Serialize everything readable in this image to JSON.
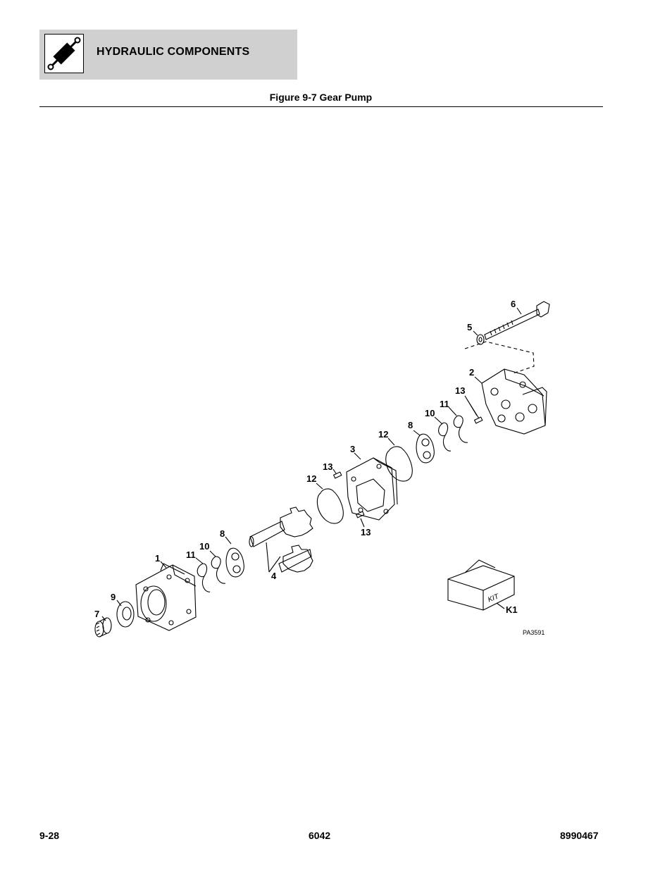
{
  "header": {
    "title": "HYDRAULIC COMPONENTS",
    "icon": "hydraulic-cylinder-icon"
  },
  "figure": {
    "caption": "Figure 9-7 Gear Pump",
    "code": "PA3591",
    "callouts": {
      "c1": "1",
      "c2": "2",
      "c3": "3",
      "c4": "4",
      "c5": "5",
      "c6": "6",
      "c7": "7",
      "c8a": "8",
      "c8b": "8",
      "c9": "9",
      "c10a": "10",
      "c10b": "10",
      "c11a": "11",
      "c11b": "11",
      "c12a": "12",
      "c12b": "12",
      "c13a": "13",
      "c13b": "13",
      "c13c": "13",
      "k1": "K1"
    },
    "kit_label": "KIT"
  },
  "footer": {
    "page": "9-28",
    "model": "6042",
    "doc_number": "8990467"
  }
}
